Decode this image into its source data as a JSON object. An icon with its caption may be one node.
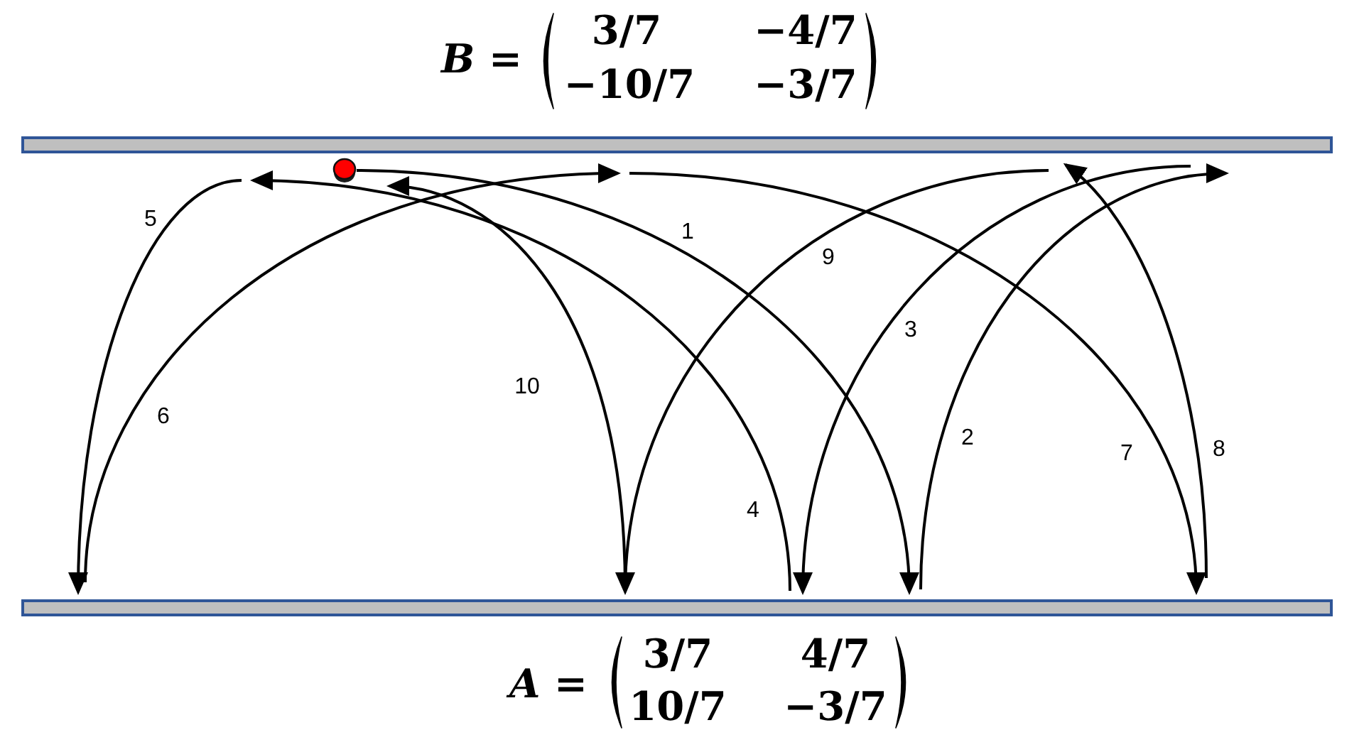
{
  "diagram": {
    "nodes": [
      {
        "text": [],
        "shape": "bar",
        "beside": [
          "*B* =",
          "3/7",
          "−4/7",
          "−10/7",
          "−3/7"
        ]
      },
      {
        "text": [],
        "shape": "circle"
      },
      {
        "text": [],
        "shape": "bar",
        "beside": [
          "*A* =",
          "3/7",
          "4/7",
          "10/7",
          "−3/7"
        ]
      }
    ],
    "edges": [
      {
        "from": 1,
        "to": 2,
        "arrow": "to",
        "label": "1"
      },
      {
        "from": 2,
        "to": 0,
        "arrow": "to",
        "label": "2"
      },
      {
        "from": 0,
        "to": 2,
        "arrow": "to",
        "label": "3"
      },
      {
        "from": 2,
        "to": 0,
        "arrow": "to",
        "label": "4"
      },
      {
        "from": 0,
        "to": 2,
        "arrow": "to",
        "label": "5"
      },
      {
        "from": 2,
        "to": 0,
        "arrow": "to",
        "label": "6"
      },
      {
        "from": 0,
        "to": 2,
        "arrow": "to",
        "label": "7"
      },
      {
        "from": 2,
        "to": 0,
        "arrow": "to",
        "label": "8"
      },
      {
        "from": 0,
        "to": 2,
        "arrow": "to",
        "label": "9"
      },
      {
        "from": 2,
        "to": 0,
        "arrow": "to",
        "label": "10"
      }
    ]
  }
}
